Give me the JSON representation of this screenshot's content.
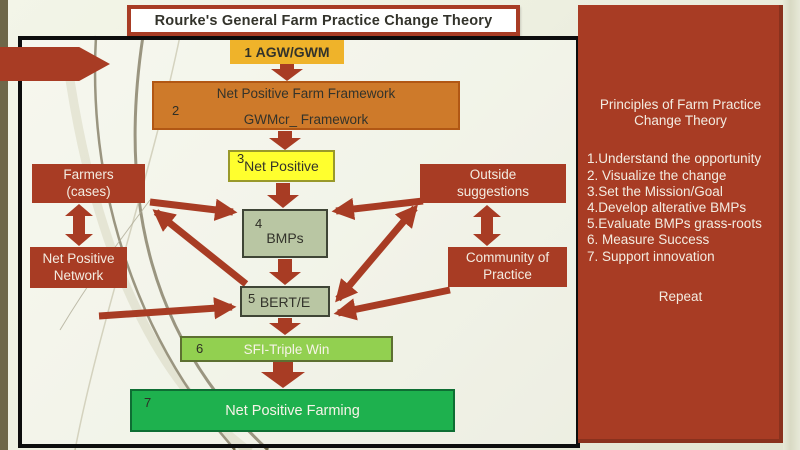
{
  "slide": {
    "title": "Rourke's General Farm Practice Change Theory"
  },
  "diagram": {
    "agw": {
      "num": "1",
      "label": "AGW/GWM"
    },
    "framework": {
      "num": "2",
      "line1": "Net Positive Farm Framework",
      "line2": "GWMcr_ Framework"
    },
    "net_positive": {
      "num": "3",
      "label": "Net Positive"
    },
    "bmps": {
      "num": "4",
      "label": "BMPs"
    },
    "bert": {
      "num": "5",
      "label": "BERT/E"
    },
    "sfi": {
      "num": "6",
      "label": "SFI-Triple Win"
    },
    "npf": {
      "num": "7",
      "label": "Net Positive Farming"
    },
    "farmers": {
      "label": "Farmers\n(cases)"
    },
    "network": {
      "label": "Net Positive\nNetwork"
    },
    "outside": {
      "label": "Outside\nsuggestions"
    },
    "community": {
      "label": "Community of\nPractice"
    }
  },
  "principles": {
    "heading": "Principles of Farm Practice Change Theory",
    "items": [
      "1.Understand the opportunity",
      "2. Visualize the change",
      "3.Set the Mission/Goal",
      "4.Develop alterative BMPs",
      "5.Evaluate BMPs grass-roots",
      "6. Measure Success",
      "7. Support innovation"
    ],
    "repeat_label": "Repeat"
  },
  "colors": {
    "red": "#a83c24",
    "orange": "#ce7a2a",
    "amber": "#efb32a",
    "yellow": "#ffff2e",
    "sage": "#b9c6a3",
    "ltgreen": "#92d050",
    "green": "#1eb14e",
    "background": "#edefe0"
  }
}
